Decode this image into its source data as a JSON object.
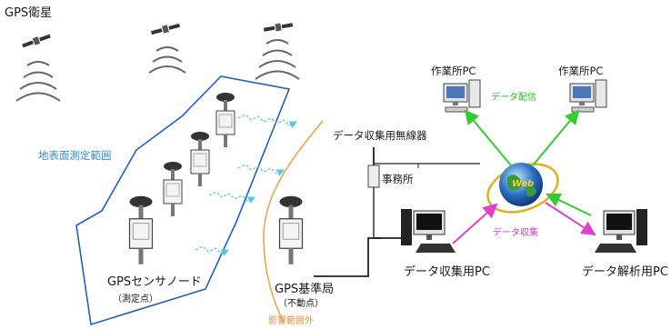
{
  "labels": {
    "gps_satellite": "GPS衛星",
    "measurement_range": "地表面測定範囲",
    "sensor_node": "GPSセンサノード",
    "sensor_node_sub": "（測定点）",
    "base_station": "GPS基準局",
    "base_station_sub": "（不動点）",
    "outside_influence": "影響範囲外",
    "radio": "データ収集用無線器",
    "office": "事務所",
    "collection_pc": "データ収集用PC",
    "analysis_pc": "データ解析用PC",
    "site_pc_left": "作業所PC",
    "site_pc_right": "作業所PC",
    "data_distribution": "データ配信",
    "data_collection": "データ収集",
    "web": "Web"
  },
  "colors": {
    "range_line": "#1f5fc8",
    "range_label": "#3a8fd0",
    "radio_waves": "#55c8e0",
    "boundary": "#f0a040",
    "distribution_arrow": "#33cc33",
    "collection_arrow": "#e040d0"
  }
}
